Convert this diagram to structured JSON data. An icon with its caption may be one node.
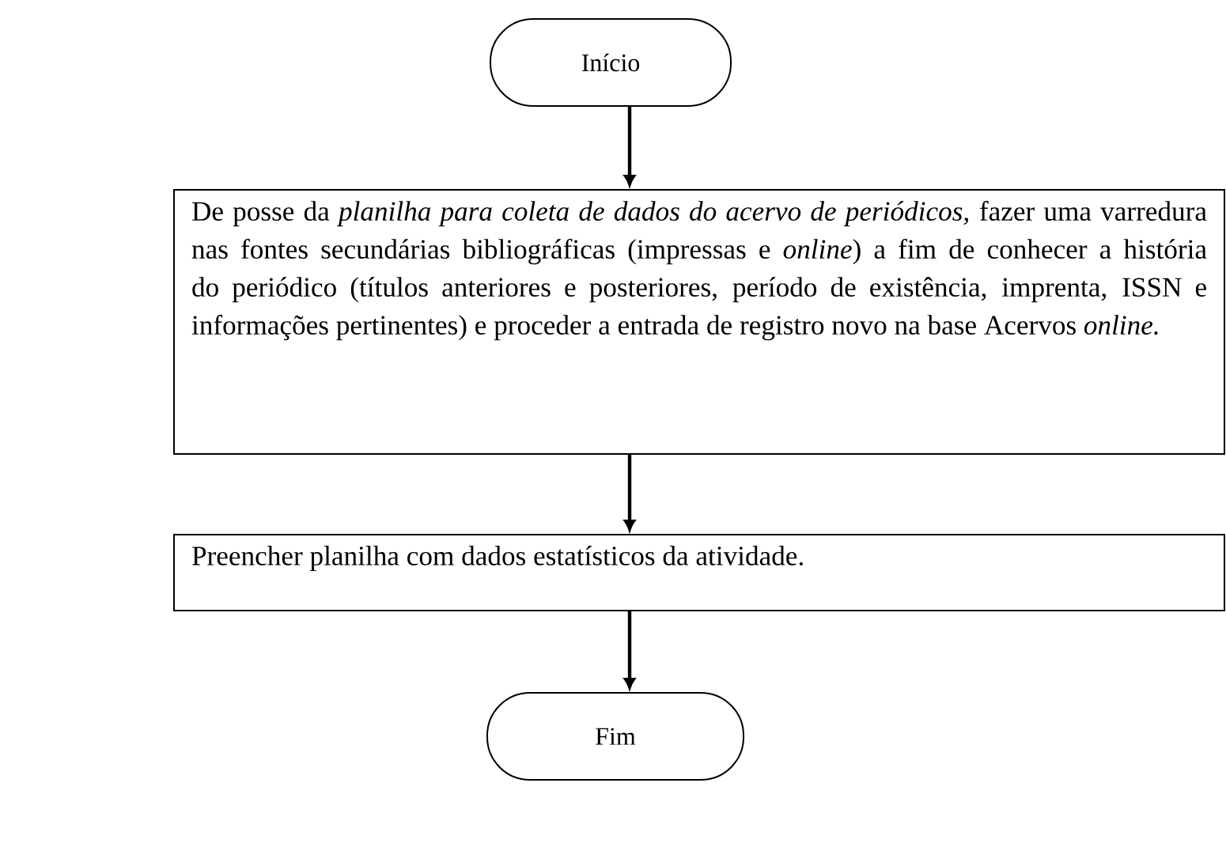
{
  "diagram": {
    "nodes": [
      {
        "text": [
          "Início"
        ]
      },
      {
        "text": [
          "De posse da *planilha para coleta de dados do acervo de periódicos,* fazer uma varredura nas fontes secundárias bibliográficas (impressas e *online*) a fim de conhecer a história do periódico (títulos anteriores e posteriores, período de existência, imprenta, ISSN e informações pertinentes) e proceder a entrada de registro novo na base Acervos *online.*"
        ]
      },
      {
        "text": [
          "Preencher planilha com dados estatísticos da atividade."
        ]
      },
      {
        "text": [
          "Fim"
        ]
      }
    ],
    "edges": [
      {
        "from": 0,
        "to": 1,
        "arrow": "to"
      },
      {
        "from": 1,
        "to": 2,
        "arrow": "to"
      },
      {
        "from": 2,
        "to": 3,
        "arrow": "to"
      }
    ]
  }
}
